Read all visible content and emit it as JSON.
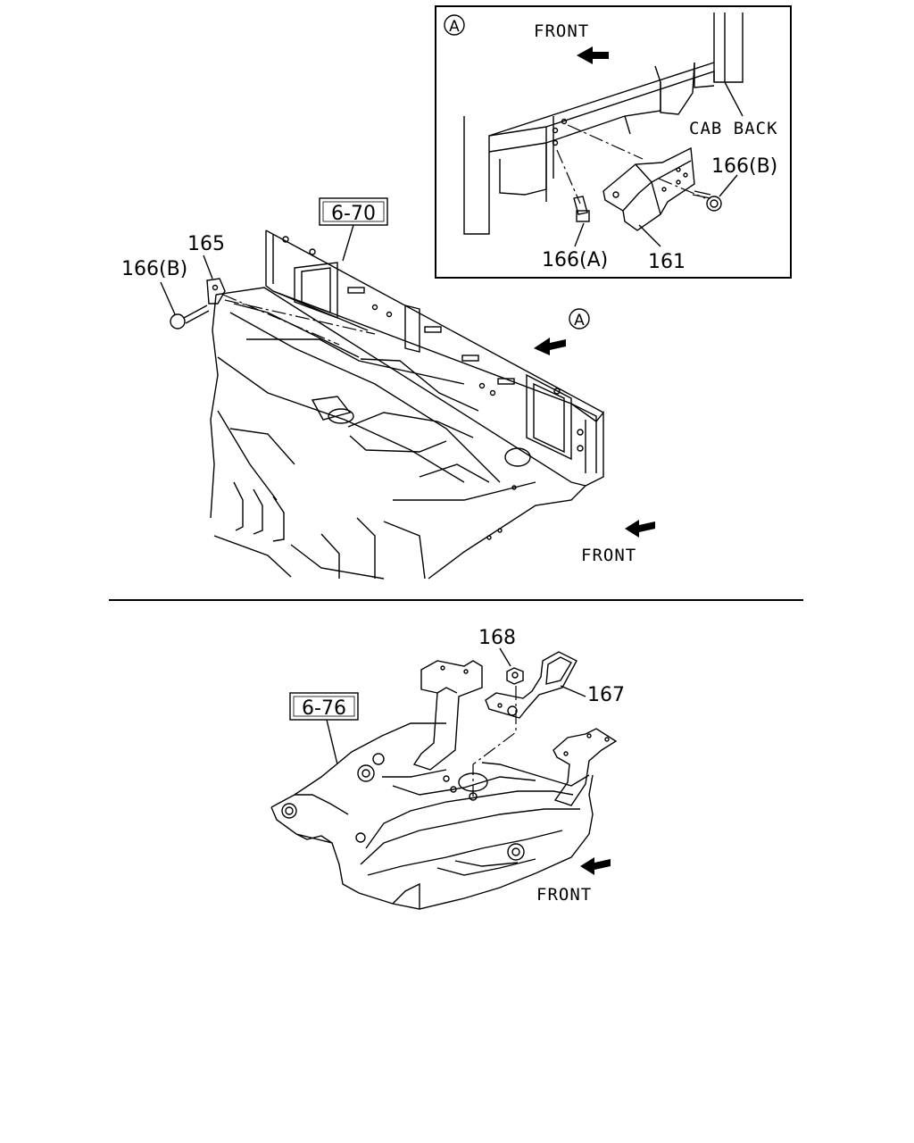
{
  "detail_box": {
    "badge": "A",
    "front_label": "FRONT",
    "cab_back_label": "CAB BACK",
    "parts": {
      "bolt_b": "166(B)",
      "bolt_a": "166(A)",
      "bracket": "161"
    }
  },
  "upper_view": {
    "ref_box": "6-70",
    "bracket_part": "165",
    "bolt_part": "166(B)",
    "detail_marker": "A",
    "front_label": "FRONT"
  },
  "lower_view": {
    "ref_box": "6-76",
    "nut_part": "168",
    "bracket_part": "167",
    "front_label": "FRONT"
  }
}
